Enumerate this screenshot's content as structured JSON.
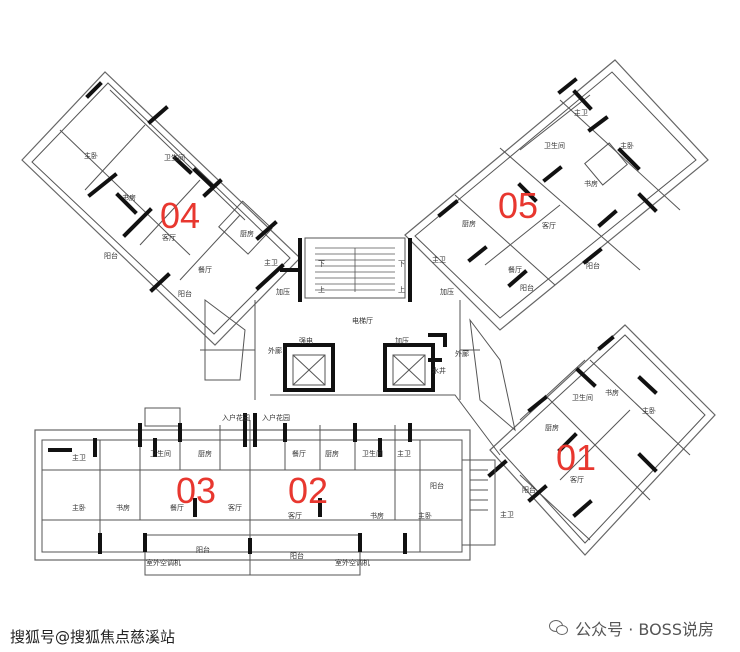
{
  "units": [
    {
      "id": "01",
      "color": "#e8372f"
    },
    {
      "id": "02",
      "color": "#e8372f"
    },
    {
      "id": "03",
      "color": "#e8372f"
    },
    {
      "id": "04",
      "color": "#e8372f"
    },
    {
      "id": "05",
      "color": "#e8372f"
    }
  ],
  "core": {
    "elevator_hall": "电梯厅",
    "strong_power": "强电",
    "pressurize": "加压",
    "water_well": "水井",
    "corridor": "外廊"
  },
  "rooms": {
    "master_bedroom": "主卧",
    "master_bath": "主卫",
    "bedroom": "书房",
    "living": "客厅",
    "dining": "餐厅",
    "kitchen": "厨房",
    "bath": "卫生间",
    "balcony": "阳台",
    "ac_platform": "室外空调机",
    "household_garden": "入户花园",
    "study": "书房",
    "up": "上",
    "down": "下"
  },
  "watermark": {
    "left": "搜狐号@搜狐焦点慈溪站",
    "right": "公众号 · BOSS说房",
    "icon": "wechat-icon"
  }
}
